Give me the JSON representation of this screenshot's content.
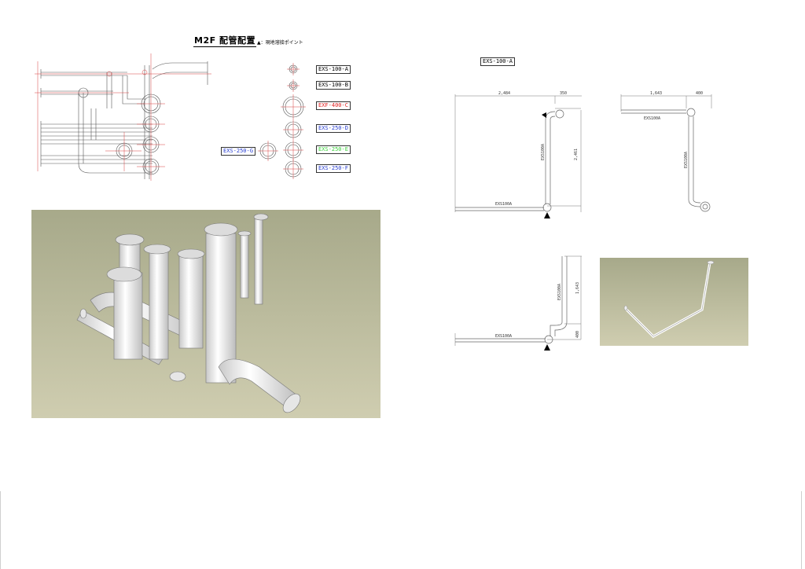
{
  "sheet": {
    "title": "M2F 配管配置",
    "legend": "▲：現地溶接ポイント"
  },
  "pipe_tags": [
    {
      "label": "EXS-100-A",
      "color": "#000000"
    },
    {
      "label": "EXS-100-B",
      "color": "#000000"
    },
    {
      "label": "EXF-400-C",
      "color": "#e02020"
    },
    {
      "label": "EXS-250-D",
      "color": "#2a3fd0"
    },
    {
      "label": "EXS-250-E",
      "color": "#3cd23c"
    },
    {
      "label": "EXS-250-F",
      "color": "#2a3fd0"
    },
    {
      "label": "EXS-250-G",
      "color": "#2a3fd0"
    }
  ],
  "detail": {
    "title": "EXS-100-A",
    "pipe_label": "EXS100A",
    "view1": {
      "dim_top_left": "2,484",
      "dim_top_right": "350",
      "dim_right": "2,461"
    },
    "view2": {
      "dim_top_left": "1,643",
      "dim_top_right": "400"
    },
    "view3": {
      "dim_right_upper": "1,643",
      "dim_right_lower": "400"
    }
  },
  "colors": {
    "render_bg_top": "#a7a98a",
    "render_bg_bottom": "#cfcdb0",
    "pipe": "#f2f2f2",
    "drawing_red": "#d84040"
  }
}
